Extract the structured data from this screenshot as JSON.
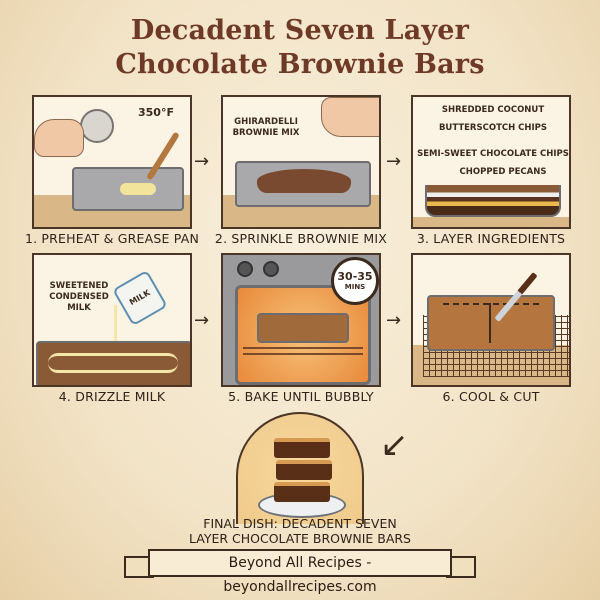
{
  "title": {
    "line1": "Decadent Seven Layer",
    "line2": "Chocolate Brownie Bars"
  },
  "steps": [
    {
      "caption": "1. PREHEAT & GREASE PAN",
      "annotations": [
        "350°F"
      ]
    },
    {
      "caption": "2. SPRINKLE BROWNIE MIX",
      "annotations": [
        "GHIRARDELLI",
        "BROWNIE MIX"
      ]
    },
    {
      "caption": "3. LAYER INGREDIENTS",
      "annotations": [
        "SHREDDED COCONUT",
        "BUTTERSCOTCH CHIPS",
        "SEMI-SWEET CHOCOLATE CHIPS",
        "CHOPPED PECANS"
      ]
    },
    {
      "caption": "4. DRIZZLE MILK",
      "annotations": [
        "SWEETENED",
        "CONDENSED",
        "MILK"
      ],
      "can_label": "MILK"
    },
    {
      "caption": "5. BAKE UNTIL BUBBLY",
      "annotations": [
        "30-35",
        "MINS"
      ]
    },
    {
      "caption": "6. COOL & CUT",
      "annotations": []
    }
  ],
  "final": {
    "line1": "FINAL DISH: DECADENT SEVEN",
    "line2": "LAYER CHOCOLATE BROWNIE BARS"
  },
  "footer": {
    "banner": "Beyond All Recipes - beyondallrecipes.com"
  },
  "arrows": {
    "right": "→",
    "curve": "↙"
  },
  "colors": {
    "title": "#6e3a26",
    "paper": "#f2e3c6",
    "ink": "#3b2a1e",
    "brownie": "#5a2f18",
    "oven_glow": "#f0a04a"
  }
}
